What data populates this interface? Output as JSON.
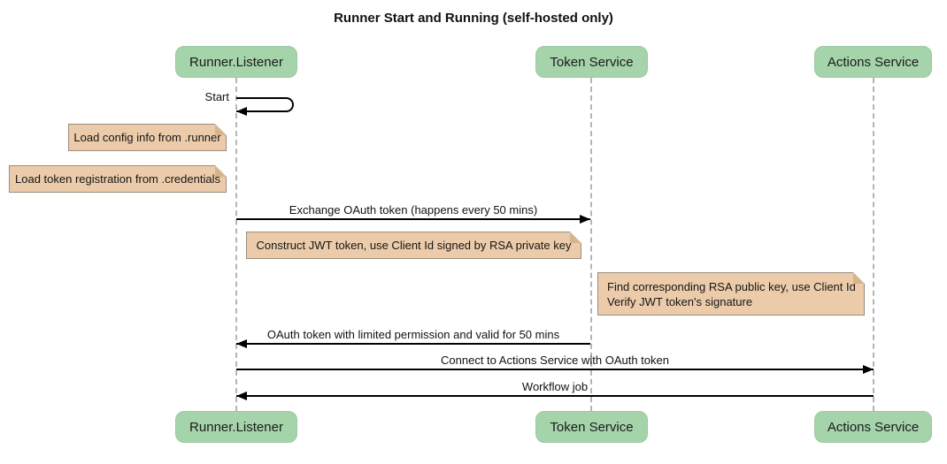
{
  "title": "Runner Start and Running (self-hosted only)",
  "actors": [
    {
      "label": "Runner.Listener"
    },
    {
      "label": "Token Service"
    },
    {
      "label": "Actions Service"
    }
  ],
  "messages": [
    {
      "label": "Start",
      "from": "Runner.Listener",
      "to": "Runner.Listener",
      "type": "self"
    },
    {
      "label": "Exchange OAuth token (happens every 50 mins)",
      "from": "Runner.Listener",
      "to": "Token Service",
      "type": "solid-arrow"
    },
    {
      "label": "OAuth token with limited permission and valid for 50 mins",
      "from": "Token Service",
      "to": "Runner.Listener",
      "type": "solid-arrow"
    },
    {
      "label": "Connect to Actions Service with OAuth token",
      "from": "Runner.Listener",
      "to": "Actions Service",
      "type": "solid-arrow"
    },
    {
      "label": "Workflow job",
      "from": "Actions Service",
      "to": "Runner.Listener",
      "type": "solid-arrow"
    }
  ],
  "notes": [
    {
      "text": "Load config info from .runner",
      "position": "left of Runner.Listener"
    },
    {
      "text": "Load token registration from .credentials",
      "position": "left of Runner.Listener"
    },
    {
      "text": "Construct JWT token, use Client Id signed by RSA private key",
      "position": "between Runner.Listener and Token Service"
    },
    {
      "lines": [
        "Find corresponding RSA public key, use Client Id",
        "Verify JWT token's signature"
      ],
      "position": "between Token Service and Actions Service"
    }
  ],
  "colors": {
    "actor_fill": "#a5d3aa",
    "note_fill": "#ebcba9",
    "note_border": "#998e80",
    "note_fold": "#d6b58d",
    "lifeline": "#b5b5b5",
    "ink": "#000000"
  }
}
